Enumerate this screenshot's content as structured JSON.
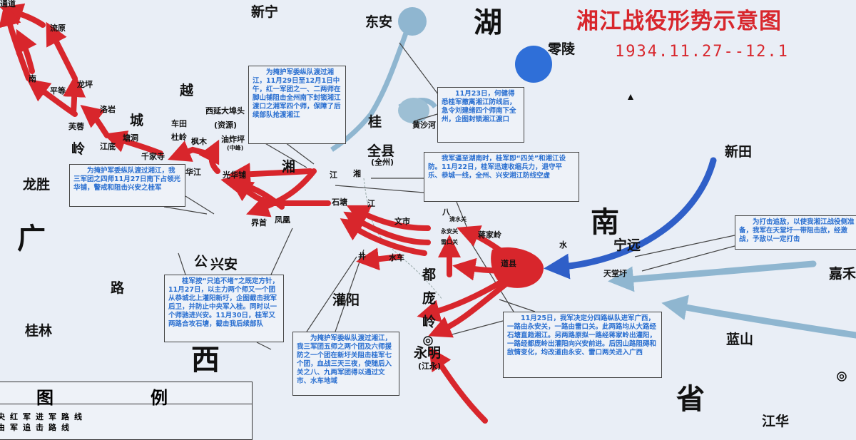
{
  "title": "湘江战役形势示意图",
  "date_range": "1934.11.27--12.1",
  "colors": {
    "red_army": "#d8262c",
    "enemy": "#2f5fc8",
    "river": "#8fb6d0",
    "annotation_text": "#2a6fd0"
  },
  "regions": {
    "hunan_1": "湖",
    "hunan_2": "南",
    "hunan_3": "省",
    "guangxi_1": "广",
    "guangxi_2": "西",
    "yuecheng_1": "越",
    "yuecheng_2": "城",
    "yuecheng_3": "岭",
    "dupang": "都庞岭",
    "gongluxiang": "公",
    "lu": "路"
  },
  "places": {
    "xinning": "新宁",
    "dongan": "东安",
    "lingling": "零陵",
    "longsheng": "龙胜",
    "guilin": "桂林",
    "xingan": "兴安",
    "guanyang": "灌阳",
    "yongming": "永明",
    "yongming_sub": "(江永)",
    "daoxian": "道县",
    "ningyuan": "宁远",
    "tiantangxu": "天堂圩",
    "jiahe": "嘉禾",
    "lanshan": "蓝山",
    "xintian": "新田",
    "jianghua": "江华",
    "quanxian": "全县",
    "quanxian_sub": "(全州)",
    "huangshahe": "黄沙河",
    "gui": "桂",
    "liuyuan": "流原",
    "pingdeng": "平等",
    "longping": "龙坪",
    "luoyan": "洛岩",
    "furong": "芙蓉",
    "jiangdi": "江底",
    "tangdong": "塘洞",
    "chetian": "车田",
    "duling": "杜岭",
    "fengmu": "枫木",
    "xiyan": "西延大埠头",
    "xiyan_sub": "(资源)",
    "youzhaping": "油炸坪",
    "youzhaping_sub": "(中峰)",
    "qianjiasi": "千家寺",
    "huajiang": "华江",
    "jiangbei": "界首",
    "fenghuang": "凤凰",
    "shitang": "石塘",
    "wenshi": "文市",
    "shuiche": "水车",
    "jing": "井",
    "ba": "八",
    "jiangjialing": "蒋家岭",
    "qingshuiguan": "清水关",
    "yonganguan": "永安关",
    "leikouguan": "雷口关",
    "shui": "水",
    "xiangjiang_1": "湘",
    "xiangjiang_2": "江",
    "guanghuapu": "光华铺",
    "nanan": "南",
    "tongdao": "通道"
  },
  "annotations": [
    "为掩护军委纵队渡过湘江，11月29日至12月1日中午，红一军团之一、二两师在脚山铺阻击全州南下封锁湘江渡口之湘军四个师，保障了后续部队抢渡湘江",
    "11月23日，何健得悉桂军撤离湘江防线后，急令刘建绪四个师南下全州，企图封锁湘江渡口",
    "我军逼至湖南时，桂军即“四关”和湘江设防。11月22日，桂军迅速收缩兵力，退守平乐、恭城一线，全州、兴安湘江防线空虚",
    "为掩护军委纵队渡过湘江，我三军团之四师11月27日南下占领光华铺，警戒和阻击兴安之桂军",
    "桂军按“只追不堵”之既定方针，11月27日，以主力两个师又一个团从恭城北上灌阳新圩，企图截击我军后卫，并防止中央军入桂。同时以一个师驰进兴安。11月30日，桂军又两路合攻石塘，截击我后续部队",
    "为掩护军委纵队渡过湘江，我三军团五师之两个团及六师援防之一个团在新圩关阻击桂军七个团，血战三天三夜，使随后入关之八、九两军团得以通过文市、水车地域",
    "11月25日，我军决定分四路纵队进军广西，一路由永安关，一路由雷口关。此两路均从大路经石塘直趋湘江。另两路原拟一路经蒋家岭出灌阳，一路经都庞岭出灌阳向兴安前进。后因山路阻碍和敌情变化，均改道由永安、雷口两关进入广西",
    "为打击追敌，以使我湘江战役侧准备，我军在天堂圩一带阻击敌，经激战，予敌以一定打击"
  ],
  "legend": {
    "title_1": "图",
    "title_2": "例",
    "items": [
      {
        "label": "央红军进军路线",
        "color": "#d8262c"
      },
      {
        "label": "由军追击路线",
        "color": "#2f5fc8"
      }
    ]
  }
}
